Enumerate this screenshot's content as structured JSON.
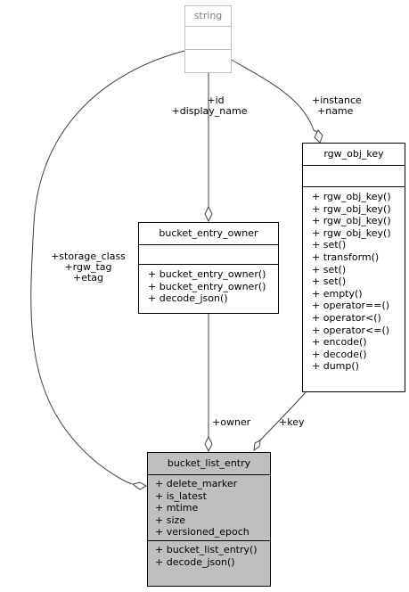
{
  "classes": {
    "string": {
      "name": "string",
      "attributes": [],
      "methods": []
    },
    "rgw_obj_key": {
      "name": "rgw_obj_key",
      "attributes": [],
      "methods": [
        "+ rgw_obj_key()",
        "+ rgw_obj_key()",
        "+ rgw_obj_key()",
        "+ rgw_obj_key()",
        "+ set()",
        "+ transform()",
        "+ set()",
        "+ set()",
        "+ empty()",
        "+ operator==()",
        "+ operator<()",
        "+ operator<=()",
        "+ encode()",
        "+ decode()",
        "+ dump()"
      ]
    },
    "bucket_entry_owner": {
      "name": "bucket_entry_owner",
      "attributes": [],
      "methods": [
        "+ bucket_entry_owner()",
        "+ bucket_entry_owner()",
        "+ decode_json()"
      ]
    },
    "bucket_list_entry": {
      "name": "bucket_list_entry",
      "attributes": [
        "+ delete_marker",
        "+ is_latest",
        "+ mtime",
        "+ size",
        "+ versioned_epoch"
      ],
      "methods": [
        "+ bucket_list_entry()",
        "+ decode_json()"
      ]
    }
  },
  "edge_labels": {
    "id_display_name": [
      "+id",
      "+display_name"
    ],
    "instance_name": [
      "+instance",
      "+name"
    ],
    "storage_class": [
      "+storage_class",
      "+rgw_tag",
      "+etag"
    ],
    "owner": [
      "+owner"
    ],
    "key": [
      "+key"
    ]
  },
  "colors": {
    "edge": "#404040",
    "highlight_fill": "#bfbfbf",
    "muted_border": "#bfbfbf"
  }
}
